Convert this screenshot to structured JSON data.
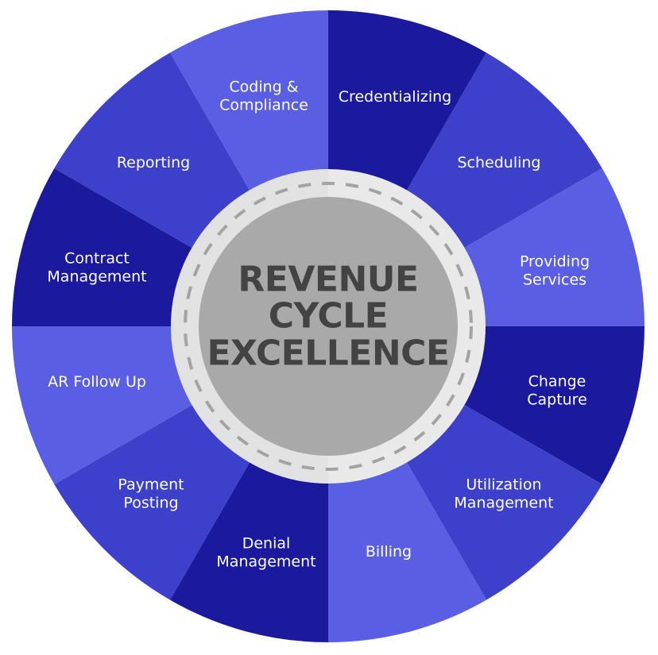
{
  "diagram": {
    "type": "radial-wheel",
    "center": {
      "lines": [
        "REVENUE",
        "CYCLE",
        "EXCELLENCE"
      ],
      "text_color": "#434343",
      "disc_color": "#a9a9a9",
      "ring_color": "#e6e6e6",
      "dash_color": "#a3a3a3"
    },
    "colors": {
      "dark": "#1b1a9e",
      "medium": "#3d40cb",
      "light": "#5a5ee3"
    },
    "segments": [
      {
        "lines": [
          "Credentializing"
        ],
        "tone": "dark"
      },
      {
        "lines": [
          "Scheduling"
        ],
        "tone": "medium"
      },
      {
        "lines": [
          "Providing",
          "Services"
        ],
        "tone": "light"
      },
      {
        "lines": [
          "Change",
          "Capture"
        ],
        "tone": "dark"
      },
      {
        "lines": [
          "Utilization",
          "Management"
        ],
        "tone": "medium"
      },
      {
        "lines": [
          "Billing"
        ],
        "tone": "light"
      },
      {
        "lines": [
          "Denial",
          "Management"
        ],
        "tone": "dark"
      },
      {
        "lines": [
          "Payment",
          "Posting"
        ],
        "tone": "medium"
      },
      {
        "lines": [
          "AR Follow Up"
        ],
        "tone": "light"
      },
      {
        "lines": [
          "Contract",
          "Management"
        ],
        "tone": "dark"
      },
      {
        "lines": [
          "Reporting"
        ],
        "tone": "medium"
      },
      {
        "lines": [
          "Coding &",
          "Compliance"
        ],
        "tone": "light"
      }
    ]
  }
}
